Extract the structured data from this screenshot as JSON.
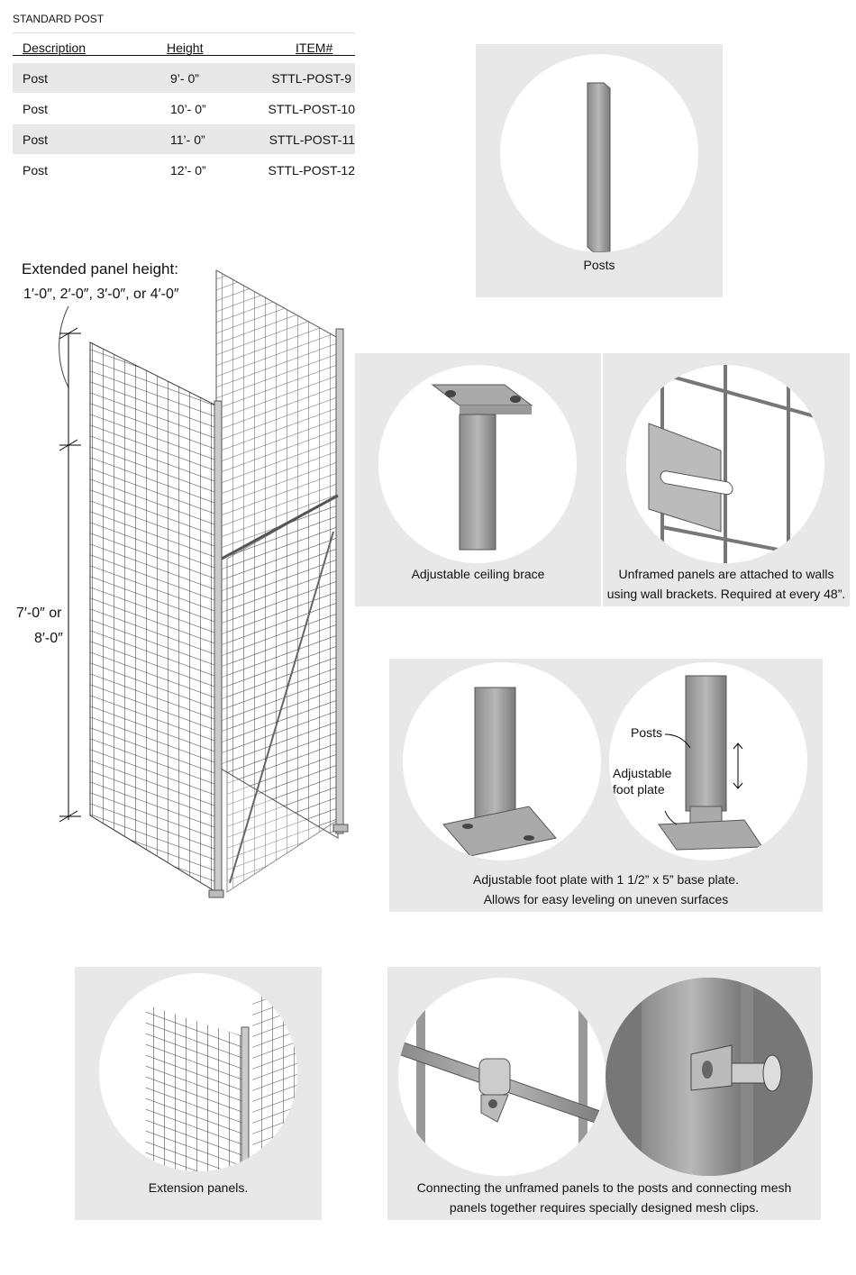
{
  "table": {
    "title": "STANDARD POST",
    "headers": [
      "Description",
      "Height",
      "ITEM#"
    ],
    "rows": [
      [
        "Post",
        "9’- 0”",
        "STTL-POST-9"
      ],
      [
        "Post",
        "10’- 0”",
        "STTL-POST-10"
      ],
      [
        "Post",
        "11’- 0”",
        "STTL-POST-11"
      ],
      [
        "Post",
        "12’- 0”",
        "STTL-POST-12"
      ]
    ]
  },
  "diagram": {
    "extended_title": "Extended panel height:",
    "extended_values": "1′-0″, 2′-0″, 3′-0″,  or 4′-0″",
    "height_line1": "7′-0″ or",
    "height_line2": "8′-0″"
  },
  "panels": {
    "posts": "Posts",
    "ceiling": "Adjustable ceiling brace",
    "wall": [
      "Unframed panels are attached to walls",
      "using wall brackets. Required at every 48”."
    ],
    "foot": [
      "Adjustable foot plate with 1 1/2” x 5” base plate.",
      "Allows for easy leveling on uneven surfaces"
    ],
    "foot_labels": {
      "posts": "Posts",
      "plate1": "Adjustable",
      "plate2": "foot plate"
    },
    "extension": "Extension panels.",
    "clips": [
      "Connecting the unframed panels to the posts and connecting mesh",
      "panels together requires specially designed mesh clips."
    ]
  }
}
